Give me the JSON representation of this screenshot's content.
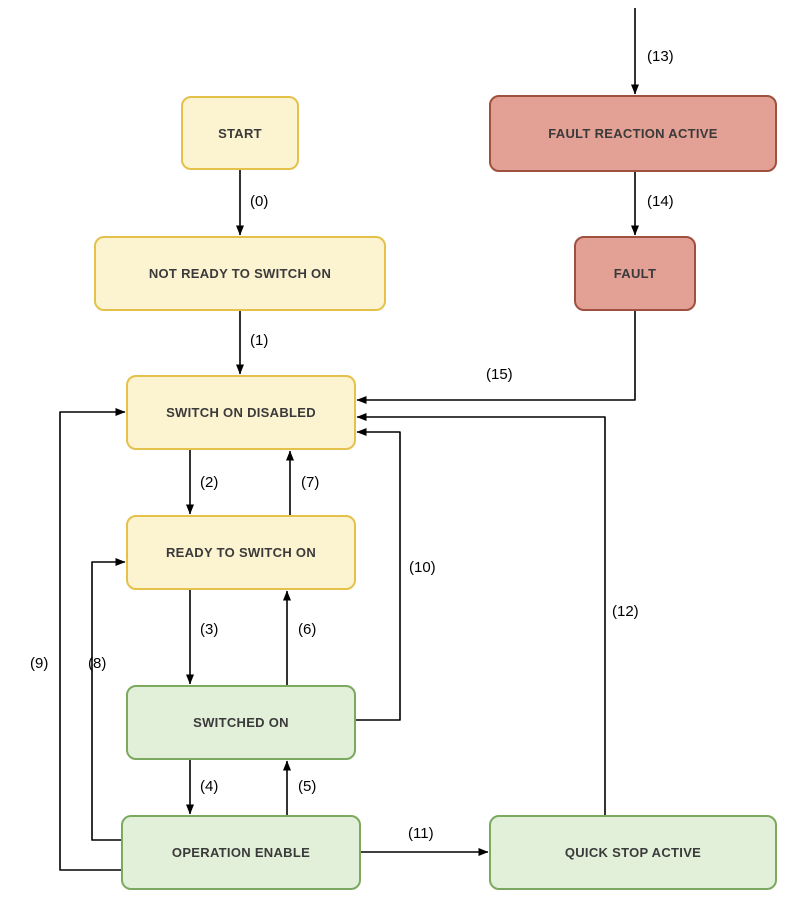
{
  "states": {
    "start": {
      "label": "START",
      "fill": "#FCF3D1",
      "stroke": "#E4C14B"
    },
    "fault_reaction_active": {
      "label": "FAULT REACTION ACTIVE",
      "fill": "#E3A094",
      "stroke": "#A0503E"
    },
    "not_ready_to_switch_on": {
      "label": "NOT READY TO SWITCH ON",
      "fill": "#FCF3D1",
      "stroke": "#E4C14B"
    },
    "fault": {
      "label": "FAULT",
      "fill": "#E3A094",
      "stroke": "#A0503E"
    },
    "switch_on_disabled": {
      "label": "SWITCH ON DISABLED",
      "fill": "#FCF3D1",
      "stroke": "#E4C14B"
    },
    "ready_to_switch_on": {
      "label": "READY TO SWITCH ON",
      "fill": "#FCF3D1",
      "stroke": "#E4C14B"
    },
    "switched_on": {
      "label": "SWITCHED ON",
      "fill": "#E2EFD9",
      "stroke": "#7AA95F"
    },
    "operation_enable": {
      "label": "OPERATION ENABLE",
      "fill": "#E2EFD9",
      "stroke": "#7AA95F"
    },
    "quick_stop_active": {
      "label": "QUICK STOP ACTIVE",
      "fill": "#E2EFD9",
      "stroke": "#7AA95F"
    }
  },
  "transitions": {
    "t0": {
      "label": "(0)",
      "from": "start",
      "to": "not_ready_to_switch_on"
    },
    "t1": {
      "label": "(1)",
      "from": "not_ready_to_switch_on",
      "to": "switch_on_disabled"
    },
    "t2": {
      "label": "(2)",
      "from": "switch_on_disabled",
      "to": "ready_to_switch_on"
    },
    "t3": {
      "label": "(3)",
      "from": "ready_to_switch_on",
      "to": "switched_on"
    },
    "t4": {
      "label": "(4)",
      "from": "switched_on",
      "to": "operation_enable"
    },
    "t5": {
      "label": "(5)",
      "from": "operation_enable",
      "to": "switched_on"
    },
    "t6": {
      "label": "(6)",
      "from": "switched_on",
      "to": "ready_to_switch_on"
    },
    "t7": {
      "label": "(7)",
      "from": "ready_to_switch_on",
      "to": "switch_on_disabled"
    },
    "t8": {
      "label": "(8)",
      "from": "operation_enable",
      "to": "ready_to_switch_on"
    },
    "t9": {
      "label": "(9)",
      "from": "operation_enable",
      "to": "switch_on_disabled"
    },
    "t10": {
      "label": "(10)",
      "from": "switched_on",
      "to": "switch_on_disabled"
    },
    "t11": {
      "label": "(11)",
      "from": "operation_enable",
      "to": "quick_stop_active"
    },
    "t12": {
      "label": "(12)",
      "from": "quick_stop_active",
      "to": "switch_on_disabled"
    },
    "t13": {
      "label": "(13)",
      "from": "external",
      "to": "fault_reaction_active"
    },
    "t14": {
      "label": "(14)",
      "from": "fault_reaction_active",
      "to": "fault"
    },
    "t15": {
      "label": "(15)",
      "from": "fault",
      "to": "switch_on_disabled"
    }
  },
  "palette": {
    "arrow_color": "#000000",
    "state_text_color": "#3A3A3A",
    "yellow_fill": "#FCF3D1",
    "yellow_stroke": "#E4C14B",
    "red_fill": "#E3A094",
    "red_stroke": "#A0503E",
    "green_fill": "#E2EFD9",
    "green_stroke": "#7AA95F",
    "background": "#FFFFFF"
  }
}
